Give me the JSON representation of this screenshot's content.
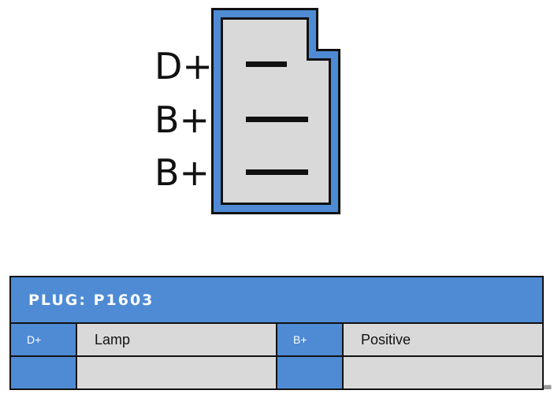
{
  "connector": {
    "pins": [
      {
        "label": "D+"
      },
      {
        "label": "B+"
      },
      {
        "label": "B+"
      }
    ]
  },
  "plug_table": {
    "title": "PLUG: P1603",
    "rows": [
      [
        {
          "pin": "D+",
          "desc": "Lamp"
        },
        {
          "pin": "B+",
          "desc": "Positive"
        }
      ],
      [
        {
          "pin": "",
          "desc": ""
        },
        {
          "pin": "",
          "desc": ""
        }
      ]
    ]
  },
  "colors": {
    "housing_border": "#4e8bd4",
    "housing_fill": "#d9d9d9",
    "table_header": "#4e8bd4",
    "table_cell": "#d9d9d9",
    "outline": "#111111"
  }
}
